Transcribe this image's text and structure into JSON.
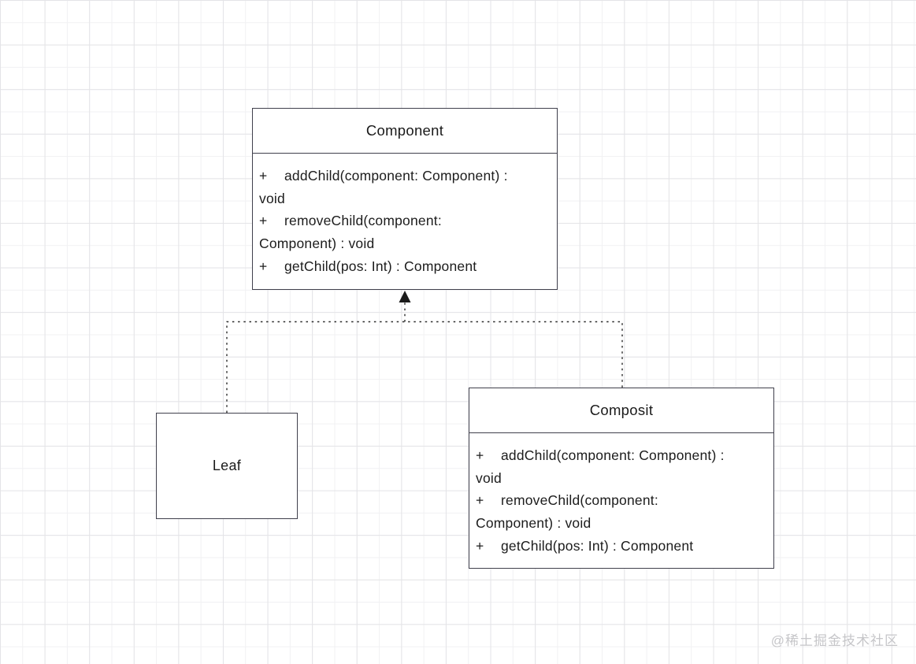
{
  "classes": {
    "component": {
      "name": "Component",
      "methods": [
        {
          "visibility": "+",
          "lines": [
            "addChild(component: Component) :",
            "void"
          ]
        },
        {
          "visibility": "+",
          "lines": [
            "removeChild(component:",
            "Component) : void"
          ]
        },
        {
          "visibility": "+",
          "lines": [
            "getChild(pos: Int) : Component"
          ]
        }
      ]
    },
    "leaf": {
      "name": "Leaf"
    },
    "composit": {
      "name": "Composit",
      "methods": [
        {
          "visibility": "+",
          "lines": [
            "addChild(component: Component) :",
            "void"
          ]
        },
        {
          "visibility": "+",
          "lines": [
            "removeChild(component:",
            "Component) : void"
          ]
        },
        {
          "visibility": "+",
          "lines": [
            "getChild(pos: Int) : Component"
          ]
        }
      ]
    }
  },
  "relationships": [
    {
      "type": "dashed-generalization",
      "from": "Leaf",
      "to": "Component"
    },
    {
      "type": "dashed-generalization",
      "from": "Composit",
      "to": "Component"
    }
  ],
  "watermark": "@稀土掘金技术社区",
  "colors": {
    "box_border": "#40404c",
    "text": "#1c1c1c",
    "grid_minor": "#f1f1f3",
    "grid_major": "#e4e4e7",
    "connector": "#2b2b2b",
    "arrowhead": "#1a1a1a",
    "watermark": "#c6c6c9"
  }
}
